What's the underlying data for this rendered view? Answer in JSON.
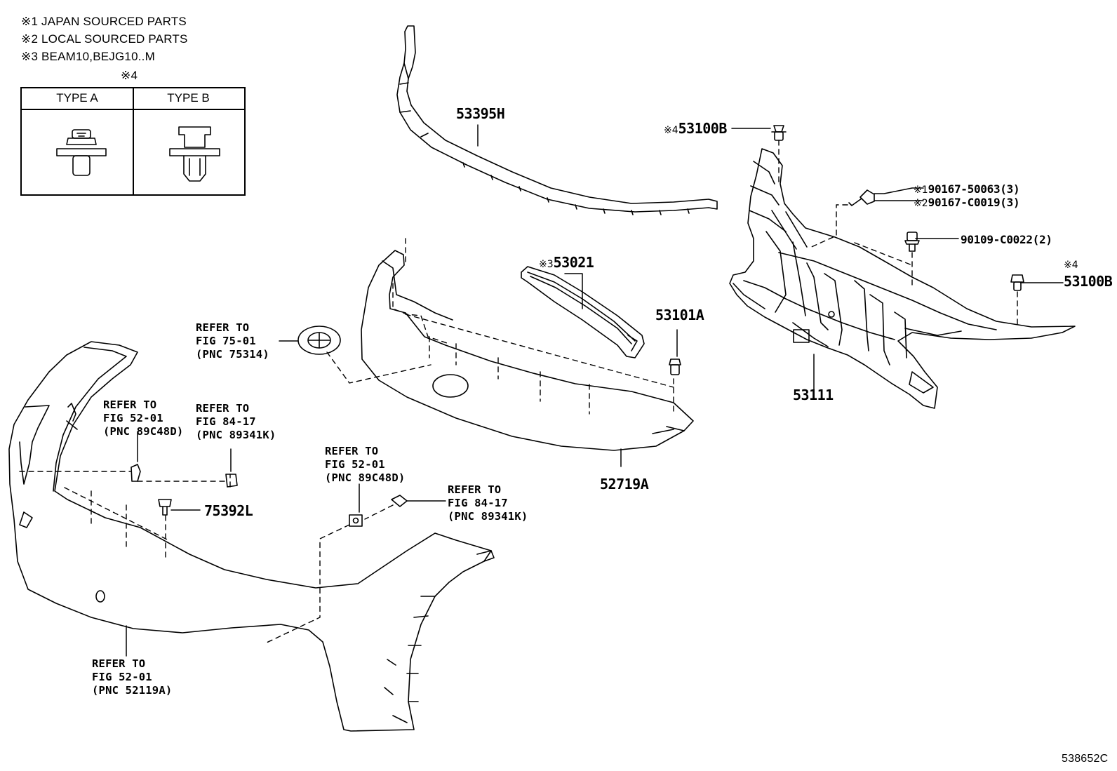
{
  "notes": [
    "※1 JAPAN SOURCED PARTS",
    "※2 LOCAL SOURCED PARTS",
    "※3 BEAM10,BEJG10..M"
  ],
  "type_table": {
    "marker": "※4",
    "type_a": "TYPE A",
    "type_b": "TYPE B"
  },
  "parts": {
    "p53395H": "53395H",
    "p53100B_top_mark": "※4",
    "p53100B_top": "53100B",
    "p90167_1_mark": "※1",
    "p90167_1": "90167-50063(3)",
    "p90167_2_mark": "※2",
    "p90167_2": "90167-C0019(3)",
    "p90109": "90109-C0022(2)",
    "p53100B_right_mark": "※4",
    "p53100B_right": "53100B",
    "p53021_mark": "※3",
    "p53021": "53021",
    "p53101A": "53101A",
    "p53111": "53111",
    "p52719A": "52719A",
    "p75392L": "75392L"
  },
  "refs": {
    "ref_75314": {
      "l1": "REFER TO",
      "l2": "FIG 75-01",
      "l3": "(PNC 75314)"
    },
    "ref_89C48D_left": {
      "l1": "REFER TO",
      "l2": "FIG 52-01",
      "l3": "(PNC 89C48D)"
    },
    "ref_89341K_left": {
      "l1": "REFER TO",
      "l2": "FIG 84-17",
      "l3": "(PNC 89341K)"
    },
    "ref_89C48D_mid": {
      "l1": "REFER TO",
      "l2": "FIG 52-01",
      "l3": "(PNC 89C48D)"
    },
    "ref_89341K_mid": {
      "l1": "REFER TO",
      "l2": "FIG 84-17",
      "l3": "(PNC 89341K)"
    },
    "ref_52119A": {
      "l1": "REFER TO",
      "l2": "FIG 52-01",
      "l3": "(PNC 52119A)"
    }
  },
  "figure_id": "538652C",
  "colors": {
    "line": "#000000",
    "background": "#ffffff"
  }
}
